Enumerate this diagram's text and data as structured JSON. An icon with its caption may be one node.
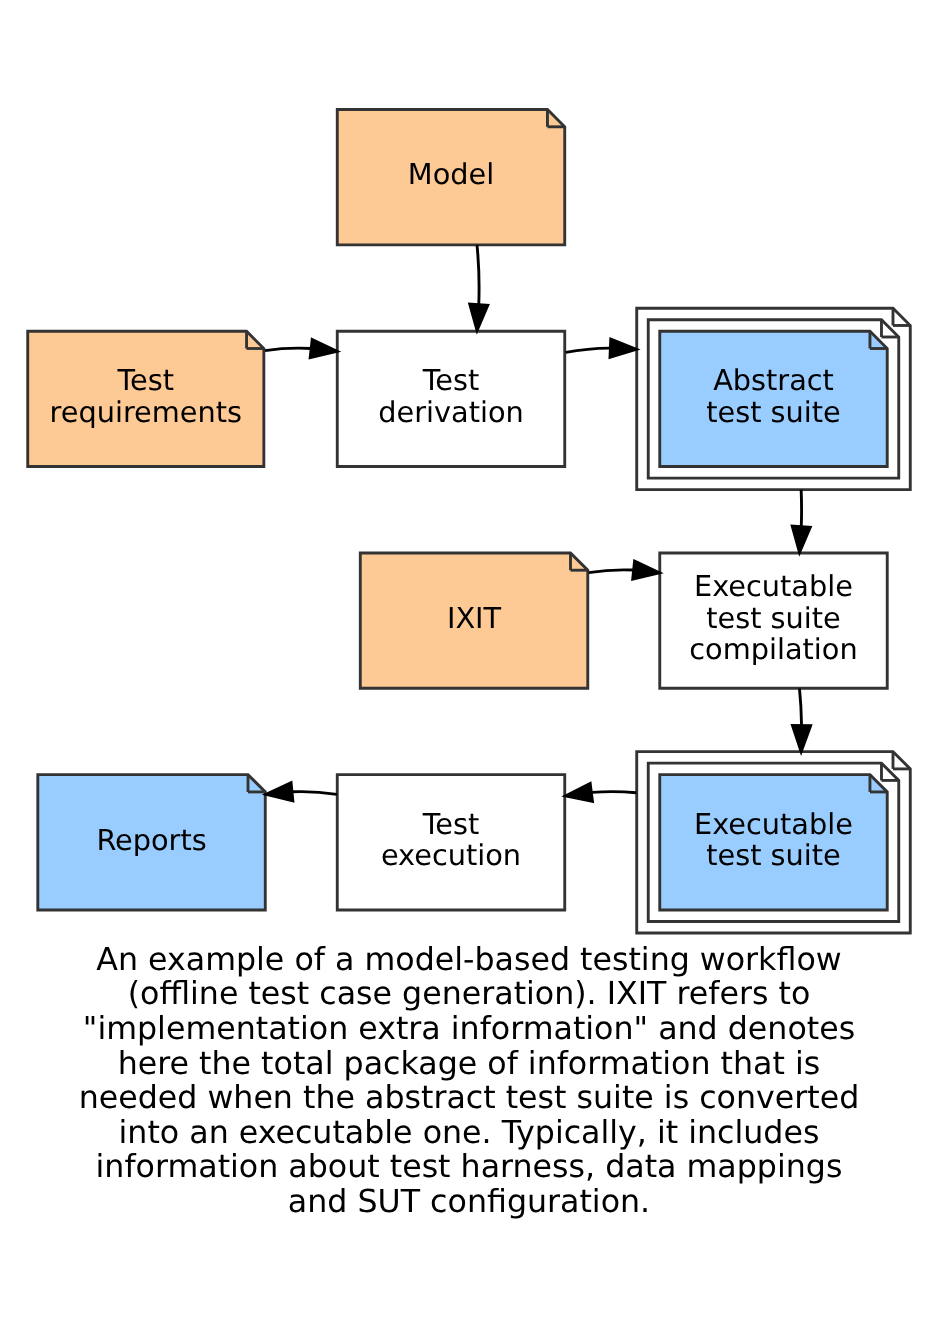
{
  "diagram": {
    "caption": "An example of a model-based testing workflow (offline test case generation). IXIT refers to \"implementation extra information\" and denotes here the total package of information that is needed when the abstract test suite is converted into an executable one. Typically, it includes information about test harness, data mappings and SUT configuration.",
    "nodes": [
      {
        "text": [
          "Model"
        ]
      },
      {
        "text": [
          "Test requirements"
        ]
      },
      {
        "text": [
          "Test derivation"
        ]
      },
      {
        "text": [
          "Abstract test suite"
        ]
      },
      {
        "text": [
          "IXIT"
        ]
      },
      {
        "text": [
          "Executable test suite compilation"
        ]
      },
      {
        "text": [
          "Reports"
        ]
      },
      {
        "text": [
          "Test execution"
        ]
      },
      {
        "text": [
          "Executable test suite"
        ]
      }
    ],
    "edges": [
      {
        "from": 0,
        "to": 2,
        "arrow": "to"
      },
      {
        "from": 1,
        "to": 2,
        "arrow": "to"
      },
      {
        "from": 2,
        "to": 3,
        "arrow": "to"
      },
      {
        "from": 3,
        "to": 5,
        "arrow": "to"
      },
      {
        "from": 4,
        "to": 5,
        "arrow": "to"
      },
      {
        "from": 5,
        "to": 8,
        "arrow": "to"
      },
      {
        "from": 8,
        "to": 7,
        "arrow": "to"
      },
      {
        "from": 7,
        "to": 6,
        "arrow": "to"
      }
    ]
  }
}
